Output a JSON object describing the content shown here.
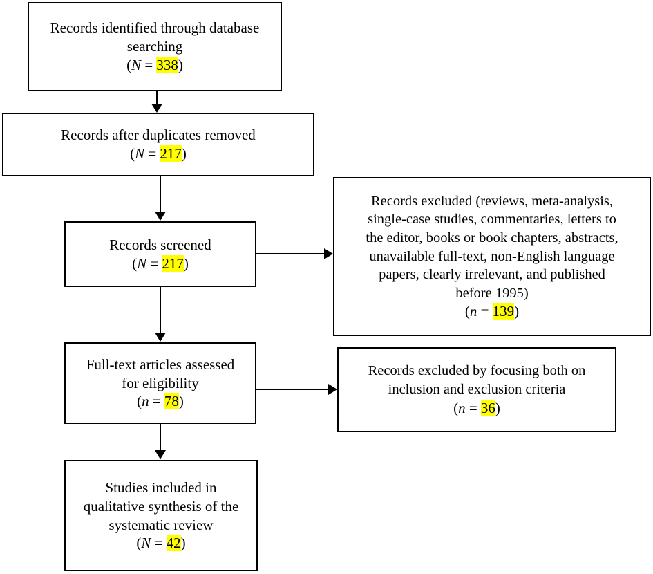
{
  "diagram": {
    "title": "PRISMA study selection flow diagram",
    "highlight_color": "#ffff00",
    "border_color": "#000000",
    "background_color": "#ffffff"
  },
  "nodes": {
    "identified": {
      "text": "Records identified through database\nsearching",
      "label_prefix": "(",
      "variable": "N",
      "equals": " = ",
      "value": "338",
      "label_suffix": ")"
    },
    "duplicates": {
      "text": "Records after duplicates removed",
      "label_prefix": "(",
      "variable": "N",
      "equals": " = ",
      "value": "217",
      "label_suffix": ")"
    },
    "screened": {
      "text": "Records screened",
      "label_prefix": "(",
      "variable": "N",
      "equals": " = ",
      "value": "217",
      "label_suffix": ")"
    },
    "excluded_screening": {
      "text": "Records excluded (reviews, meta-analysis,\nsingle-case studies, commentaries, letters to\nthe editor, books or book chapters, abstracts,\nunavailable full-text, non-English language\npapers, clearly irrelevant, and published\nbefore 1995)",
      "label_prefix": "(",
      "variable": "n",
      "equals": " = ",
      "value": "139",
      "label_suffix": ")"
    },
    "fulltext": {
      "text": "Full-text articles assessed\nfor eligibility",
      "label_prefix": "(",
      "variable": "n",
      "equals": " = ",
      "value": "78",
      "label_suffix": ")"
    },
    "excluded_eligibility": {
      "text": "Records excluded by focusing both on\ninclusion and exclusion criteria",
      "label_prefix": "(",
      "variable": "n",
      "equals": " = ",
      "value": "36",
      "label_suffix": ")"
    },
    "included": {
      "text": "Studies included in\nqualitative synthesis of the\nsystematic review",
      "label_prefix": "(",
      "variable": "N",
      "equals": " = ",
      "value": "42",
      "label_suffix": ")"
    }
  },
  "chart_data": {
    "type": "diagram",
    "title": "PRISMA flow diagram",
    "stages": [
      {
        "name": "Records identified through database searching",
        "symbol": "N",
        "count": 338
      },
      {
        "name": "Records after duplicates removed",
        "symbol": "N",
        "count": 217
      },
      {
        "name": "Records screened",
        "symbol": "N",
        "count": 217
      },
      {
        "name": "Records excluded (reviews, meta-analysis, single-case studies, commentaries, letters to the editor, books or book chapters, abstracts, unavailable full-text, non-English language papers, clearly irrelevant, and published before 1995)",
        "symbol": "n",
        "count": 139
      },
      {
        "name": "Full-text articles assessed for eligibility",
        "symbol": "n",
        "count": 78
      },
      {
        "name": "Records excluded by focusing both on inclusion and exclusion criteria",
        "symbol": "n",
        "count": 36
      },
      {
        "name": "Studies included in qualitative synthesis of the systematic review",
        "symbol": "N",
        "count": 42
      }
    ],
    "flows": [
      {
        "from": "Records identified through database searching",
        "to": "Records after duplicates removed"
      },
      {
        "from": "Records after duplicates removed",
        "to": "Records screened"
      },
      {
        "from": "Records screened",
        "to": "Records excluded (screening)"
      },
      {
        "from": "Records screened",
        "to": "Full-text articles assessed for eligibility"
      },
      {
        "from": "Full-text articles assessed for eligibility",
        "to": "Records excluded by focusing both on inclusion and exclusion criteria"
      },
      {
        "from": "Full-text articles assessed for eligibility",
        "to": "Studies included in qualitative synthesis of the systematic review"
      }
    ]
  }
}
